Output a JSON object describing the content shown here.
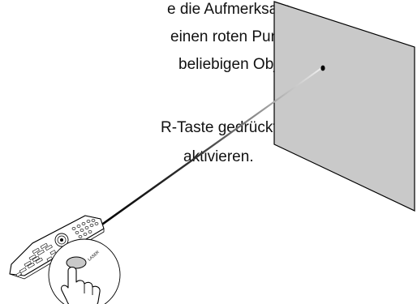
{
  "text": {
    "lines": [
      "e die Aufmerksam-",
      "einen roten Punkt",
      "beliebigen Objekt",
      "R-Taste  gedrückt,",
      "aktivieren."
    ]
  },
  "illustration": {
    "remote_button_label": "LASER"
  },
  "colors": {
    "screen_fill": "#c9c9c9",
    "laser_dot": "#000000",
    "outline": "#000000"
  }
}
